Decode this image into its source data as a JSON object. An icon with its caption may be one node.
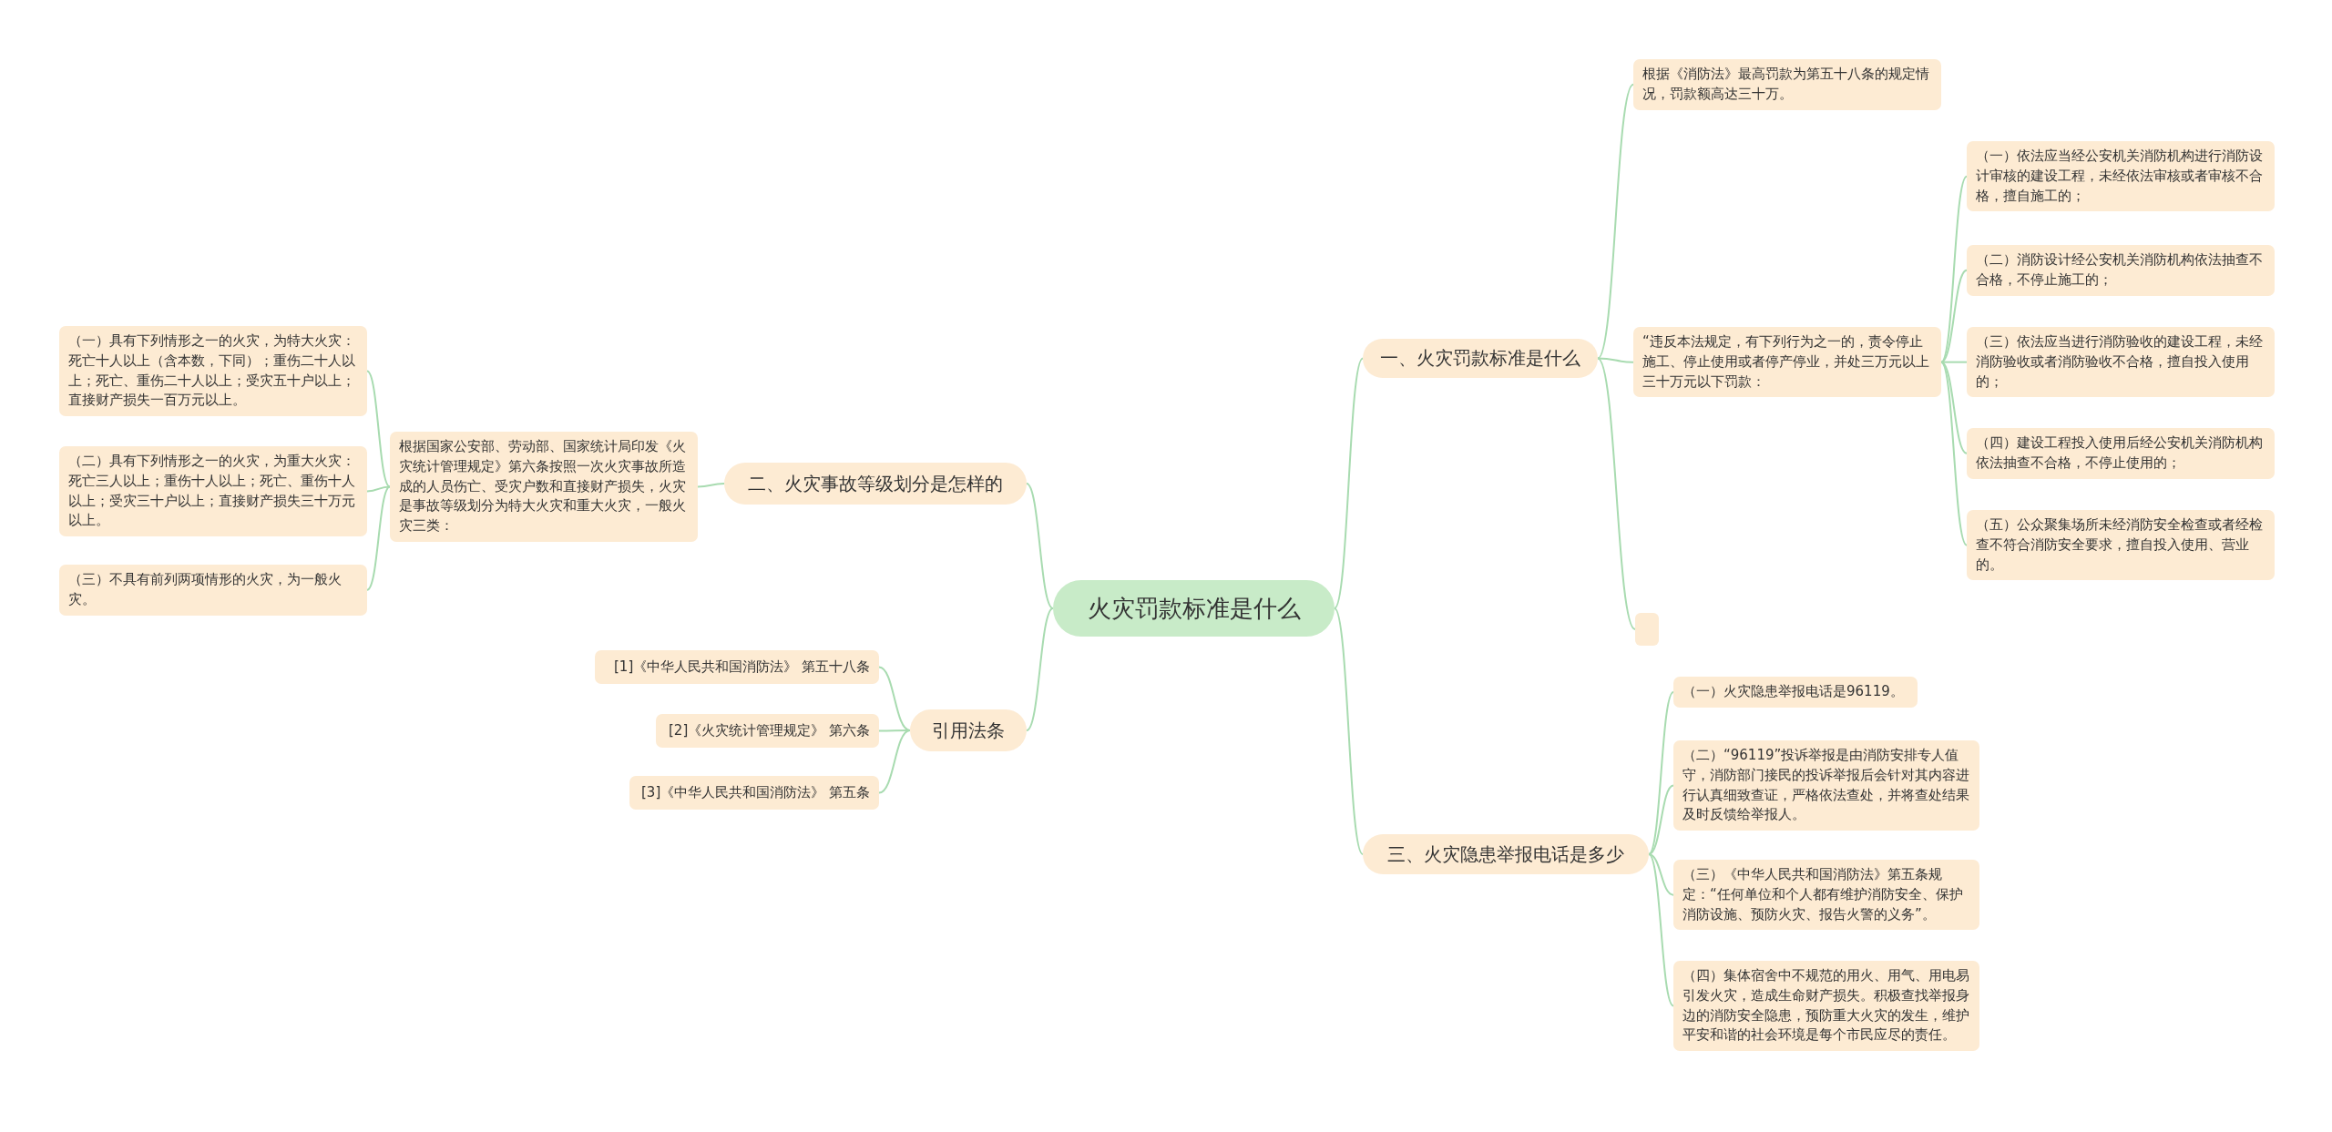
{
  "diagram": {
    "nodes": [
      {
        "text": [
          "火灾罚款标准是什么"
        ]
      },
      {
        "text": [
          "一、火灾罚款标准是什么"
        ]
      },
      {
        "text": [
          "根据《消防法》最高罚款为第五十八条的规定情况，罚款额高达三十万。"
        ]
      },
      {
        "text": [
          "“违反本法规定，有下列行为之一的，责令停止施工、停止使用或者停产停业，并处三万元以上三十万元以下罚款："
        ]
      },
      {
        "text": [
          "（一）依法应当经公安机关消防机构进行消防设计审核的建设工程，未经依法审核或者审核不合格，擅自施工的；"
        ]
      },
      {
        "text": [
          "（二）消防设计经公安机关消防机构依法抽查不合格，不停止施工的；"
        ]
      },
      {
        "text": [
          "（三）依法应当进行消防验收的建设工程，未经消防验收或者消防验收不合格，擅自投入使用的；"
        ]
      },
      {
        "text": [
          "（四）建设工程投入使用后经公安机关消防机构依法抽查不合格，不停止使用的；"
        ]
      },
      {
        "text": [
          "（五）公众聚集场所未经消防安全检查或者经检查不符合消防安全要求，擅自投入使用、营业的。"
        ]
      },
      {
        "text": [],
        "shape": "box"
      },
      {
        "text": [
          "二、火灾事故等级划分是怎样的"
        ]
      },
      {
        "text": [
          "根据国家公安部、劳动部、国家统计局印发《火灾统计管理规定》第六条按照一次火灾事故所造成的人员伤亡、受灾户数和直接财产损失，火灾是事故等级划分为特大火灾和重大火灾，一般火灾三类："
        ]
      },
      {
        "text": [
          "（一）具有下列情形之一的火灾，为特大火灾：死亡十人以上（含本数，下同）；重伤二十人以上；死亡、重伤二十人以上；受灾五十户以上；直接财产损失一百万元以上。"
        ]
      },
      {
        "text": [
          "（二）具有下列情形之一的火灾，为重大火灾：死亡三人以上；重伤十人以上；死亡、重伤十人以上；受灾三十户以上；直接财产损失三十万元以上。"
        ]
      },
      {
        "text": [
          "（三）不具有前列两项情形的火灾，为一般火灾。"
        ]
      },
      {
        "text": [
          "引用法条"
        ]
      },
      {
        "text": [
          "[1]《中华人民共和国消防法》 第五十八条"
        ]
      },
      {
        "text": [
          "[2]《火灾统计管理规定》 第六条"
        ]
      },
      {
        "text": [
          "[3]《中华人民共和国消防法》 第五条"
        ]
      },
      {
        "text": [
          "三、火灾隐患举报电话是多少"
        ]
      },
      {
        "text": [
          "（一）火灾隐患举报电话是96119。"
        ]
      },
      {
        "text": [
          "（二）“96119”投诉举报是由消防安排专人值守，消防部门接民的投诉举报后会针对其内容进行认真细致查证，严格依法查处，并将查处结果及时反馈给举报人。"
        ]
      },
      {
        "text": [
          "（三）《中华人民共和国消防法》第五条规定：“任何单位和个人都有维护消防安全、保护消防设施、预防火灾、报告火警的义务”。"
        ]
      },
      {
        "text": [
          "（四）集体宿舍中不规范的用火、用气、用电易引发火灾，造成生命财产损失。积极查找举报身边的消防安全隐患，预防重大火灾的发生，维护平安和谐的社会环境是每个市民应尽的责任。"
        ]
      }
    ],
    "edges": [
      {
        "from": 0,
        "to": 1,
        "arrow": "none"
      },
      {
        "from": 1,
        "to": 2,
        "arrow": "none"
      },
      {
        "from": 1,
        "to": 3,
        "arrow": "none"
      },
      {
        "from": 3,
        "to": 4,
        "arrow": "none"
      },
      {
        "from": 3,
        "to": 5,
        "arrow": "none"
      },
      {
        "from": 3,
        "to": 6,
        "arrow": "none"
      },
      {
        "from": 3,
        "to": 7,
        "arrow": "none"
      },
      {
        "from": 3,
        "to": 8,
        "arrow": "none"
      },
      {
        "from": 1,
        "to": 9,
        "arrow": "none"
      },
      {
        "from": 0,
        "to": 10,
        "arrow": "none"
      },
      {
        "from": 10,
        "to": 11,
        "arrow": "none"
      },
      {
        "from": 11,
        "to": 12,
        "arrow": "none"
      },
      {
        "from": 11,
        "to": 13,
        "arrow": "none"
      },
      {
        "from": 11,
        "to": 14,
        "arrow": "none"
      },
      {
        "from": 0,
        "to": 15,
        "arrow": "none"
      },
      {
        "from": 15,
        "to": 16,
        "arrow": "none"
      },
      {
        "from": 15,
        "to": 17,
        "arrow": "none"
      },
      {
        "from": 15,
        "to": 18,
        "arrow": "none"
      },
      {
        "from": 0,
        "to": 19,
        "arrow": "none"
      },
      {
        "from": 19,
        "to": 20,
        "arrow": "none"
      },
      {
        "from": 19,
        "to": 21,
        "arrow": "none"
      },
      {
        "from": 19,
        "to": 22,
        "arrow": "none"
      },
      {
        "from": 19,
        "to": 23,
        "arrow": "none"
      }
    ]
  }
}
